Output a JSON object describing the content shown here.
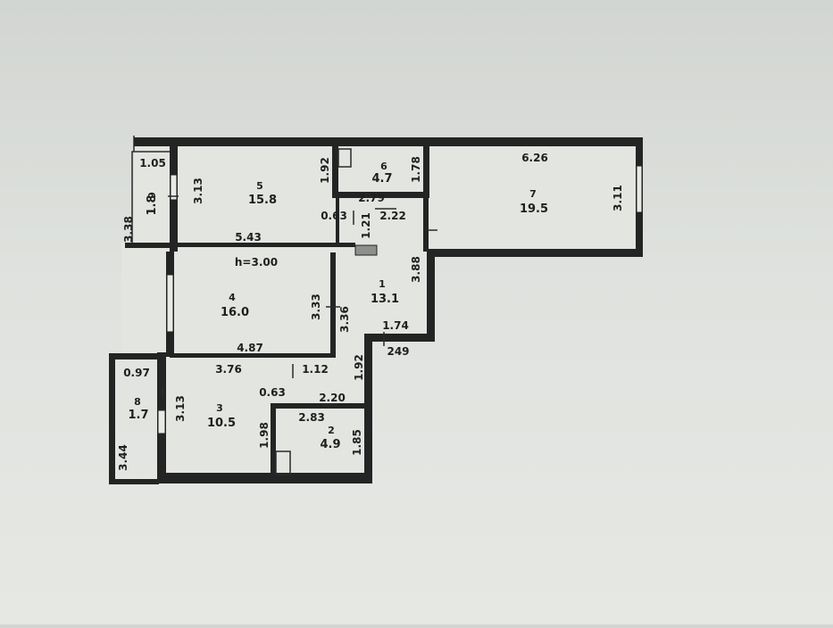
{
  "floor_plan": {
    "ceiling_height": "h=3.00",
    "rooms": [
      {
        "number": "1",
        "area": "13.1"
      },
      {
        "number": "2",
        "area": "4.9"
      },
      {
        "number": "3",
        "area": "10.5"
      },
      {
        "number": "4",
        "area": "16.0"
      },
      {
        "number": "5",
        "area": "15.8"
      },
      {
        "number": "6",
        "area": "4.7"
      },
      {
        "number": "7",
        "area": "19.5"
      },
      {
        "number": "8",
        "area": "1.7"
      },
      {
        "number": "9",
        "area": "1.8"
      }
    ],
    "dimensions": {
      "d_105": "1.05",
      "d_313a": "3.13",
      "d_338": "3.38",
      "d_192a": "1.92",
      "d_626": "6.26",
      "d_311": "3.11",
      "d_178": "1.78",
      "d_279": "2.79",
      "d_222": "2.22",
      "d_063a": "0.63",
      "d_121": "1.21",
      "d_543": "5.43",
      "d_388": "3.88",
      "d_333": "3.33",
      "d_336": "3.36",
      "d_174": "1.74",
      "d_249": "249",
      "d_487": "4.87",
      "d_097": "0.97",
      "d_376": "3.76",
      "d_112": "1.12",
      "d_192b": "1.92",
      "d_063b": "0.63",
      "d_220": "2.20",
      "d_313b": "3.13",
      "d_283": "2.83",
      "d_198": "1.98",
      "d_185": "1.85",
      "d_344": "3.44"
    }
  }
}
